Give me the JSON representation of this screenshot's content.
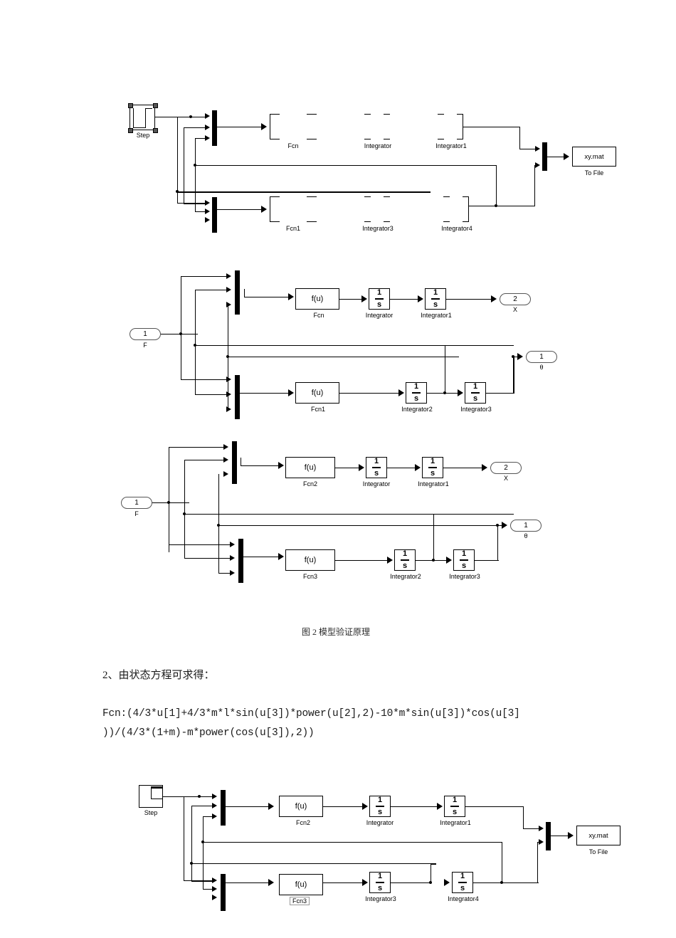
{
  "document": {
    "figure_caption": "图 2 模型验证原理",
    "section_heading": "2、由状态方程可求得：",
    "formula_line1": "Fcn:(4/3*u[1]+4/3*m*l*sin(u[3])*power(u[2],2)-10*m*sin(u[3])*cos(u[3]",
    "formula_line2": "))/(4/3*(1+m)-m*power(cos(u[3]),2))"
  },
  "diagram1": {
    "name": "model-block-diagram-top",
    "blocks": {
      "step": "Step",
      "fcn": "Fcn",
      "integrator": "Integrator",
      "integrator1": "Integrator1",
      "fcn1": "Fcn1",
      "integrator3": "Integrator3",
      "integrator4": "Integrator4",
      "to_file_value": "xy.mat",
      "to_file_label": "To File"
    }
  },
  "diagram2": {
    "name": "subsystem-block-diagram-first",
    "blocks": {
      "input_port_number": "1",
      "input_port_label": "F",
      "fcn": "Fcn",
      "fcn_expr": "f(u)",
      "integrator": "Integrator",
      "integrator_expr_num": "1",
      "integrator_expr_den": "s",
      "integrator1": "Integrator1",
      "fcn1": "Fcn1",
      "integrator2": "Integrator2",
      "integrator3": "Integrator3",
      "out_port_x_number": "2",
      "out_port_x_label": "X",
      "out_port_theta_number": "1",
      "out_port_theta_label": "θ"
    }
  },
  "diagram3": {
    "name": "subsystem-block-diagram-second",
    "blocks": {
      "input_port_number": "1",
      "input_port_label": "F",
      "fcn2": "Fcn2",
      "fcn_expr": "f(u)",
      "integrator": "Integrator",
      "integrator_expr_num": "1",
      "integrator_expr_den": "s",
      "integrator1": "Integrator1",
      "fcn3": "Fcn3",
      "integrator2": "Integrator2",
      "integrator3": "Integrator3",
      "out_port_x_number": "2",
      "out_port_x_label": "X",
      "out_port_theta_number": "1",
      "out_port_theta_label": "θ"
    }
  },
  "diagram4": {
    "name": "model-block-diagram-bottom",
    "blocks": {
      "step": "Step",
      "fcn2": "Fcn2",
      "fcn_expr": "f(u)",
      "integrator": "Integrator",
      "integrator_expr_num": "1",
      "integrator_expr_den": "s",
      "integrator1": "Integrator1",
      "fcn3": "Fcn3",
      "integrator3": "Integrator3",
      "integrator4": "Integrator4",
      "to_file_value": "xy.mat",
      "to_file_label": "To File"
    }
  },
  "colors": {
    "ink": "#000000",
    "text": "#1a1a1a",
    "port_stroke": "#555555"
  }
}
